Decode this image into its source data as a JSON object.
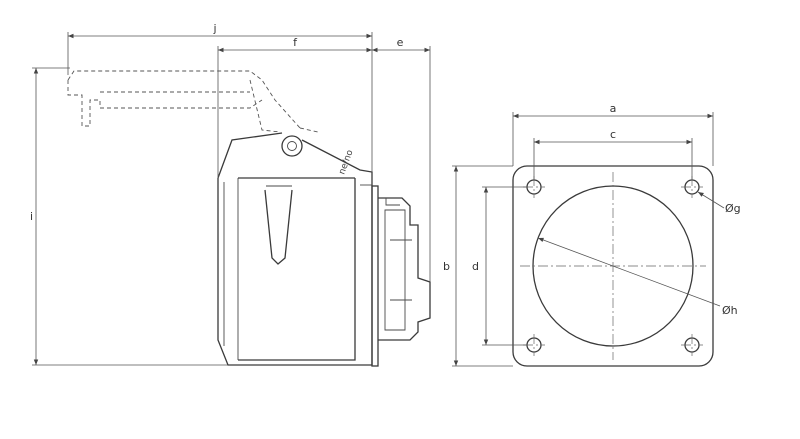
{
  "dimensions": {
    "j": "j",
    "f": "f",
    "e": "e",
    "i": "i",
    "a": "a",
    "c": "c",
    "b": "b",
    "d": "d",
    "g": "Øg",
    "h": "Øh"
  },
  "part_marking": "ne/no",
  "colors": {
    "stroke": "#3a3a3a",
    "background": "#ffffff"
  }
}
